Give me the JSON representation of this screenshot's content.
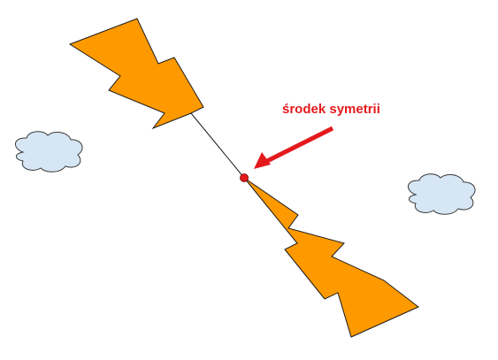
{
  "annotation": {
    "label": "środek symetrii"
  },
  "colors": {
    "background": "#ffffff",
    "lightning_fill": "#ff9900",
    "lightning_stroke": "#1a1a1a",
    "cloud_fill": "#d6e6f5",
    "cloud_stroke": "#3a3a3a",
    "center_point": "#e31a1c",
    "arrow": "#e31a1c",
    "label_text": "#e31a1c"
  },
  "shapes": {
    "lightning": "lightning-bolt",
    "clouds": [
      "cloud",
      "cloud"
    ],
    "marker": "center-point",
    "pointer": "arrow"
  }
}
